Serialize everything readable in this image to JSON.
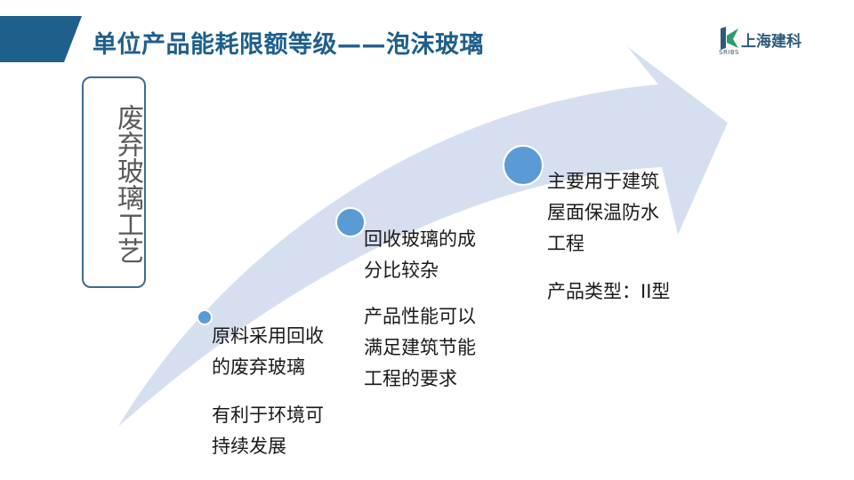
{
  "header": {
    "title": "单位产品能耗限额等级——泡沫玻璃",
    "logo_text": "上海建科",
    "logo_sub": "SRIBS",
    "accent": "#1f5f8c",
    "logo_icon": "sribs-logo-icon"
  },
  "side_label": "废弃玻璃工艺",
  "steps": [
    {
      "line1": "原料采用回收",
      "line2": "的废弃玻璃",
      "note1": "有利于环境可",
      "note2": "持续发展"
    },
    {
      "line1": "回收玻璃的成",
      "line2": "分比较杂",
      "note1": "产品性能可以",
      "note2": "满足建筑节能",
      "note3": "工程的要求"
    },
    {
      "line1": "主要用于建筑",
      "line2": "屋面保温防水",
      "line3": "工程",
      "note1": "产品类型：II型"
    }
  ],
  "colors": {
    "arrow": "#d6dfef",
    "dot": "#5b9bd5",
    "box_border": "#3f6b91"
  }
}
